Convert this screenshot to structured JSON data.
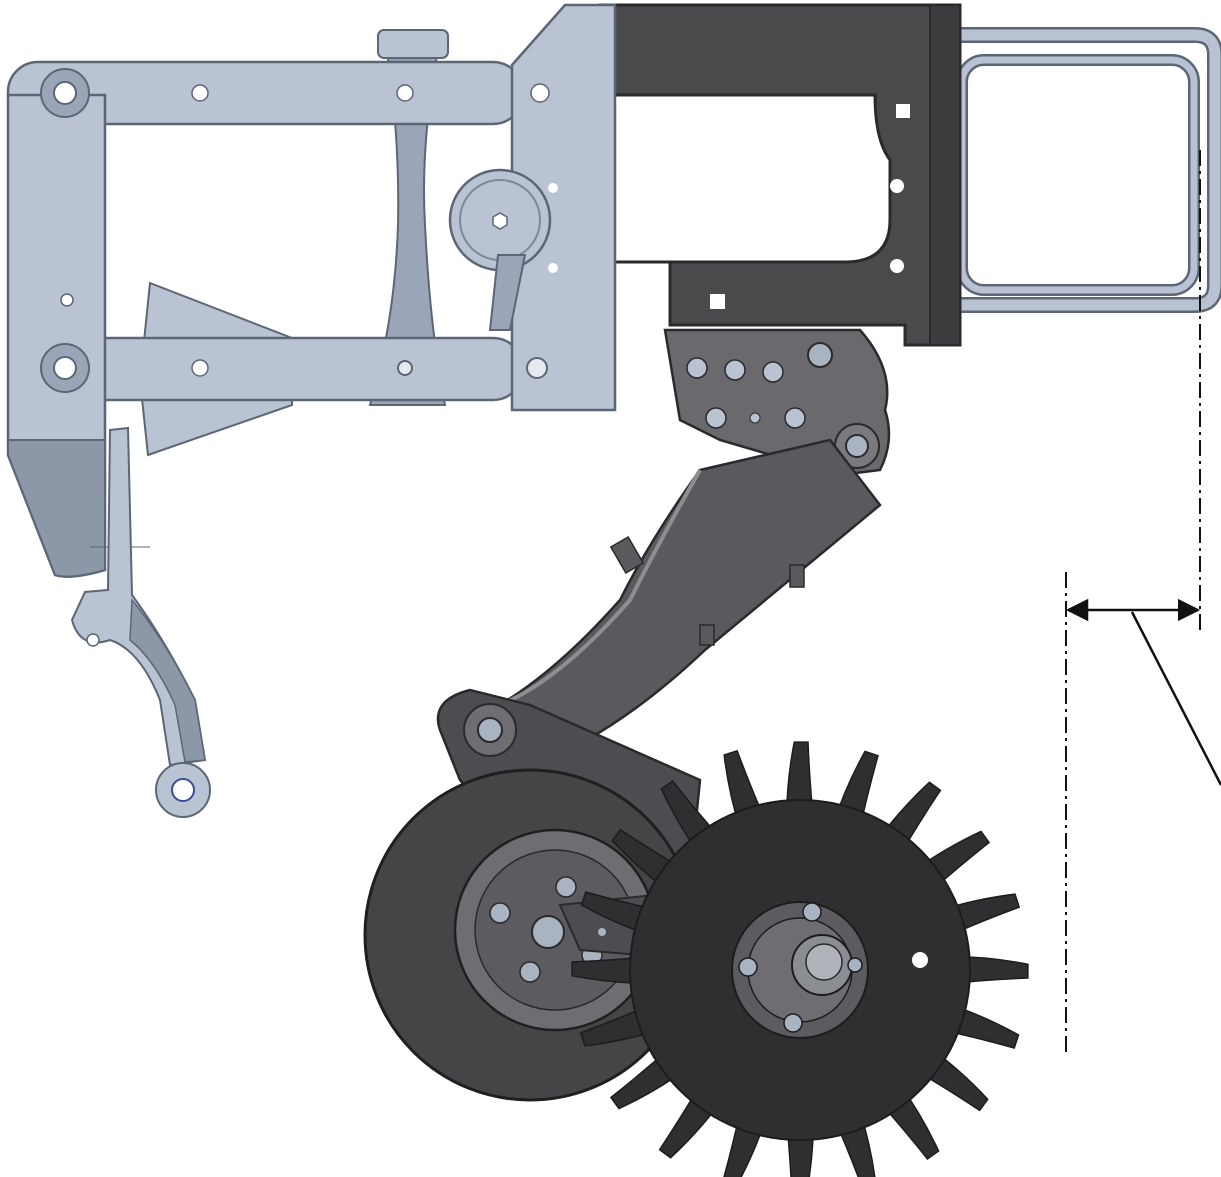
{
  "figure": {
    "background": "#ffffff"
  },
  "colors": {
    "frame_light": "#b9c3d2",
    "frame_mid": "#9aa6b8",
    "frame_edge": "#5c6676",
    "bracket_dark": "#4a4a4c",
    "bracket_edge": "#2a2a2c",
    "arm_dark": "#5a5a5e",
    "wheel_tire": "#454548",
    "wheel_rim": "#6e6e72",
    "closing_wheel": "#2f2f31",
    "hub": "#8a8d92",
    "bolt": "#a9b3c2",
    "rail": "#b8c2d3",
    "dim_line": "#111111"
  },
  "components": [
    {
      "id": "parallel-frame",
      "icon": "parallel-linkage-frame"
    },
    {
      "id": "mount-bracket",
      "icon": "mounting-bracket"
    },
    {
      "id": "handle-rail",
      "icon": "tube-handle"
    },
    {
      "id": "row-cleaner-arm",
      "icon": "pivot-arm"
    },
    {
      "id": "gauge-wheel",
      "icon": "gauge-wheel"
    },
    {
      "id": "spiked-closing-wheel",
      "icon": "spiked-wheel"
    },
    {
      "id": "front-hanger",
      "icon": "hanger-link"
    }
  ],
  "dimension": {
    "arrow": "double-headed",
    "leader": "diagonal-leader-line",
    "label": ""
  }
}
